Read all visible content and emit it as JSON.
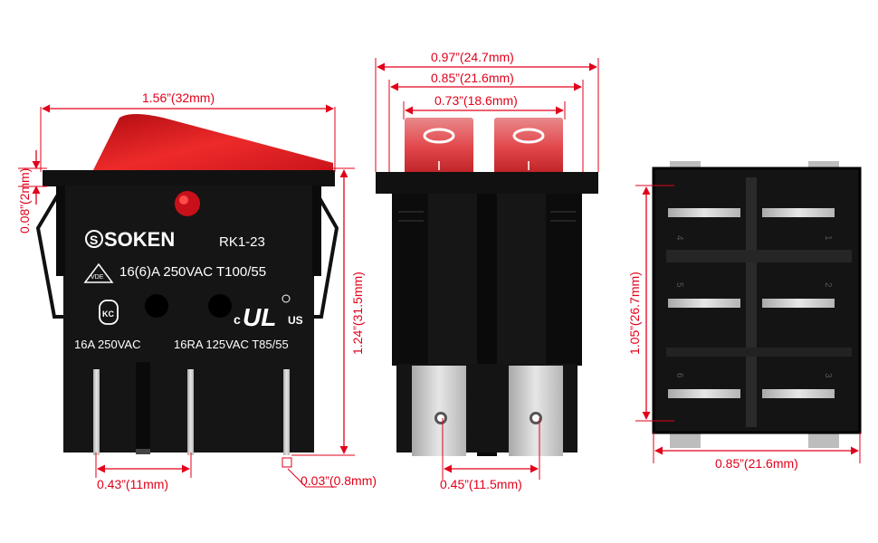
{
  "colors": {
    "dimension": "#e2001a",
    "body": "#111111",
    "rocker": "#d5151b",
    "terminal": "#c9c9c9"
  },
  "side_view": {
    "brand": "SOKEN",
    "model": "RK1-23",
    "rating_line_1": "16(6)A  250VAC  T100/55",
    "rating_line_2_left": "16A  250VAC",
    "rating_line_2_right": "16RA  125VAC  T85/55",
    "cert_vde": "VDE",
    "cert_kc": "KC",
    "cert_ul": "UL",
    "cert_ul_c": "c",
    "cert_ul_us": "US",
    "dim_width": "1.56”(32mm)",
    "dim_flange": "0.08”(2mm)",
    "dim_height": "1.24”(31.5mm)",
    "dim_pin_spacing": "0.43”(11mm)",
    "dim_pin_thickness": "0.03”(0.8mm)"
  },
  "front_view": {
    "rocker_symbol": "O",
    "dim_overall": "0.97”(24.7mm)",
    "dim_body": "0.85”(21.6mm)",
    "dim_rockers": "0.73”(18.6mm)",
    "dim_pin_spacing": "0.45”(11.5mm)"
  },
  "bottom_view": {
    "pin_numbers": [
      "4",
      "1",
      "5",
      "2",
      "6",
      "3"
    ],
    "dim_height": "1.05”(26.7mm)",
    "dim_width": "0.85”(21.6mm)"
  }
}
